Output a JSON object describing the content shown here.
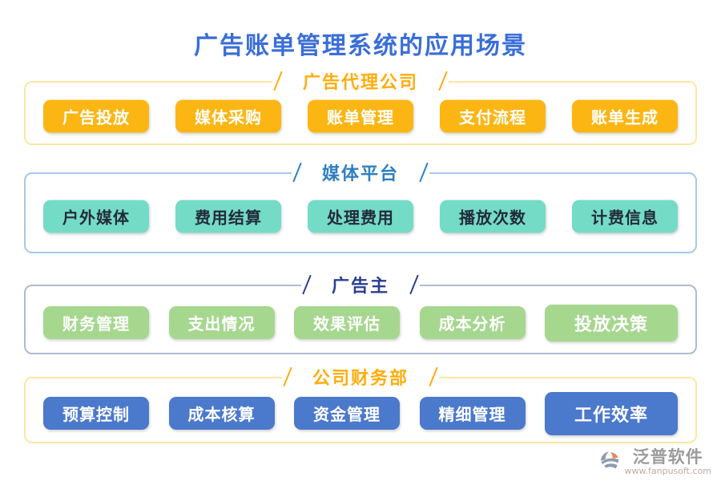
{
  "title": "广告账单管理系统的应用场景",
  "title_color": "#3a6ed8",
  "sections": [
    {
      "name": "广告代理公司",
      "accent": "#ffad0d",
      "border": "#ffe6a0",
      "button_bg": "#fcb614",
      "button_fg": "#ffffff",
      "buttons": [
        "广告投放",
        "媒体采购",
        "账单管理",
        "支付流程",
        "账单生成"
      ]
    },
    {
      "name": "媒体平台",
      "accent": "#2e7fc1",
      "border": "#a6c9e8",
      "button_bg": "#74dbc7",
      "button_fg": "#222b3a",
      "buttons": [
        "户外媒体",
        "费用结算",
        "处理费用",
        "播放次数",
        "计费信息"
      ]
    },
    {
      "name": "广告主",
      "accent": "#2b3f90",
      "border": "#aebad4",
      "button_bg": "#a6d78f",
      "button_fg": "#ffffff",
      "buttons": [
        "财务管理",
        "支出情况",
        "效果评估",
        "成本分析",
        "投放决策"
      ]
    },
    {
      "name": "公司财务部",
      "accent": "#ffad0d",
      "border": "#ffe6a0",
      "button_bg": "#4b79cb",
      "button_fg": "#ffffff",
      "buttons": [
        "预算控制",
        "成本核算",
        "资金管理",
        "精细管理",
        "工作效率"
      ]
    }
  ],
  "watermark": {
    "brand": "泛普软件",
    "url": "www.fanpusoft.com",
    "logo_gray": "#8f9bb0",
    "logo_orange": "#e8845a"
  }
}
